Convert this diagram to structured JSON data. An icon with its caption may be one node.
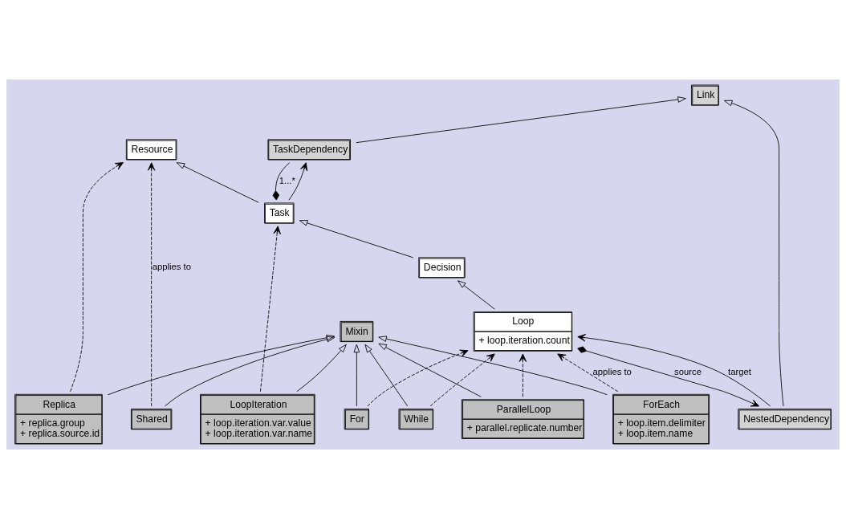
{
  "diagram": {
    "nodes": [
      {
        "text": [
          "Mixin"
        ]
      },
      {
        "text": [
          "Shared"
        ]
      },
      {
        "text": [
          "Replica",
          "+ replica.group",
          "+ replica.source.id"
        ]
      },
      {
        "text": [
          "LoopIteration",
          "+ loop.iteration.var.value",
          "+ loop.iteration.var.name"
        ]
      },
      {
        "text": [
          "ParallelLoop",
          "+ parallel.replicate.number"
        ]
      },
      {
        "text": [
          "For"
        ]
      },
      {
        "text": [
          "ForEach",
          "+ loop.item.delimiter",
          "+ loop.item.name"
        ]
      },
      {
        "text": [
          "While"
        ]
      },
      {
        "text": [
          "Resource"
        ]
      },
      {
        "text": [
          "Task"
        ]
      },
      {
        "text": [
          "Decision"
        ]
      },
      {
        "text": [
          "Loop",
          "+ loop.iteration.count"
        ]
      },
      {
        "text": [
          "Link"
        ]
      },
      {
        "text": [
          "TaskDependency"
        ]
      },
      {
        "text": [
          "NestedDependency"
        ]
      }
    ],
    "edges": [
      {
        "from": 1,
        "to": 0,
        "arrow": "to"
      },
      {
        "from": 2,
        "to": 0,
        "arrow": "to"
      },
      {
        "from": 3,
        "to": 0,
        "arrow": "to"
      },
      {
        "from": 4,
        "to": 0,
        "arrow": "to"
      },
      {
        "from": 5,
        "to": 0,
        "arrow": "to"
      },
      {
        "from": 6,
        "to": 0,
        "arrow": "to"
      },
      {
        "from": 7,
        "to": 0,
        "arrow": "to"
      },
      {
        "from": 1,
        "to": 8,
        "arrow": "to",
        "style": "dashed",
        "label": "applies to"
      },
      {
        "from": 2,
        "to": 8,
        "arrow": "to",
        "style": "dashed"
      },
      {
        "from": 3,
        "to": 9,
        "arrow": "to",
        "style": "dashed"
      },
      {
        "from": 4,
        "to": 11,
        "arrow": "to",
        "style": "dashed"
      },
      {
        "from": 5,
        "to": 11,
        "arrow": "to",
        "style": "dashed"
      },
      {
        "from": 6,
        "to": 11,
        "arrow": "to",
        "style": "dashed",
        "label": "applies to"
      },
      {
        "from": 7,
        "to": 11,
        "arrow": "to",
        "style": "dashed"
      },
      {
        "from": 9,
        "to": 8,
        "arrow": "to"
      },
      {
        "from": 10,
        "to": 9,
        "arrow": "to"
      },
      {
        "from": 11,
        "to": 10,
        "arrow": "to"
      },
      {
        "from": 13,
        "to": 12,
        "arrow": "to"
      },
      {
        "from": 14,
        "to": 12,
        "arrow": "to"
      },
      {
        "from": 9,
        "to": 13,
        "arrow": "other",
        "label": "1...*"
      },
      {
        "from": 9,
        "to": 13,
        "arrow": "to"
      },
      {
        "from": 14,
        "to": 11,
        "arrow": "to",
        "label": "target"
      },
      {
        "from": 11,
        "to": 14,
        "arrow": "to",
        "label": "source"
      }
    ]
  }
}
